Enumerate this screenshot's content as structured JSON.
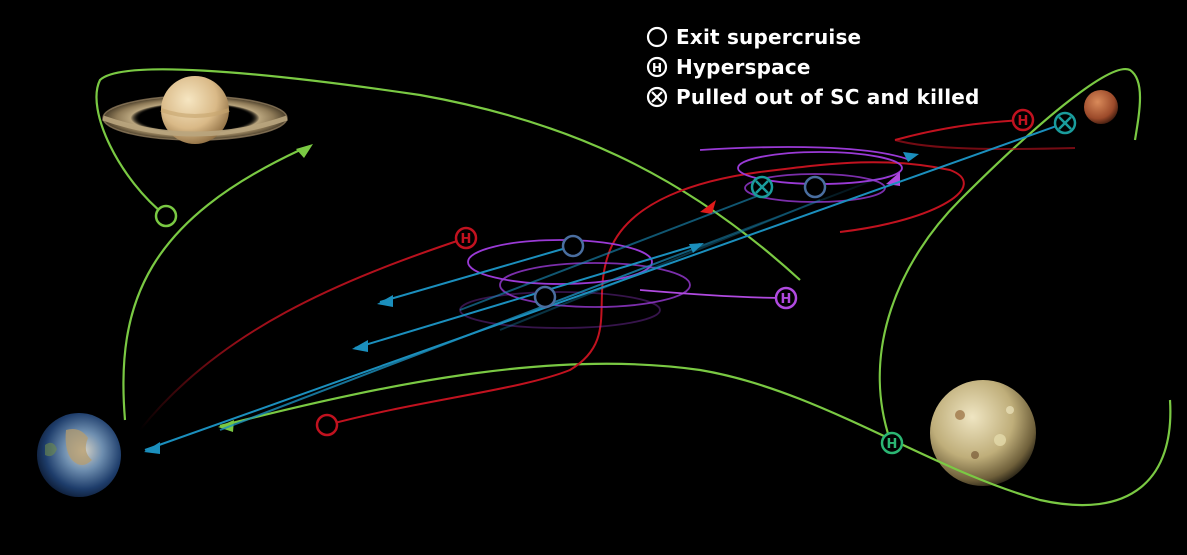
{
  "legend": {
    "items": [
      {
        "symbol": "exit-supercruise",
        "label": "Exit supercruise"
      },
      {
        "symbol": "hyperspace",
        "label": "Hyperspace"
      },
      {
        "symbol": "pulled-out-killed",
        "label": "Pulled out of SC and killed"
      }
    ]
  },
  "markers": {
    "hyperspace_glyph": "H",
    "killed_glyph": "×"
  },
  "colors": {
    "background": "#000000",
    "green_path": "#7ac943",
    "red_path": "#c1121f",
    "blue_path": "#1b8fbd",
    "purple_path": "#9a3ad6",
    "teal_marker": "#1a9c9c",
    "exit_marker": "#4a6ea0",
    "hyperspace_green": "#2bb673"
  },
  "bodies": [
    {
      "name": "saturn-planet"
    },
    {
      "name": "mars-planet"
    },
    {
      "name": "earth-planet"
    },
    {
      "name": "io-moon"
    }
  ]
}
